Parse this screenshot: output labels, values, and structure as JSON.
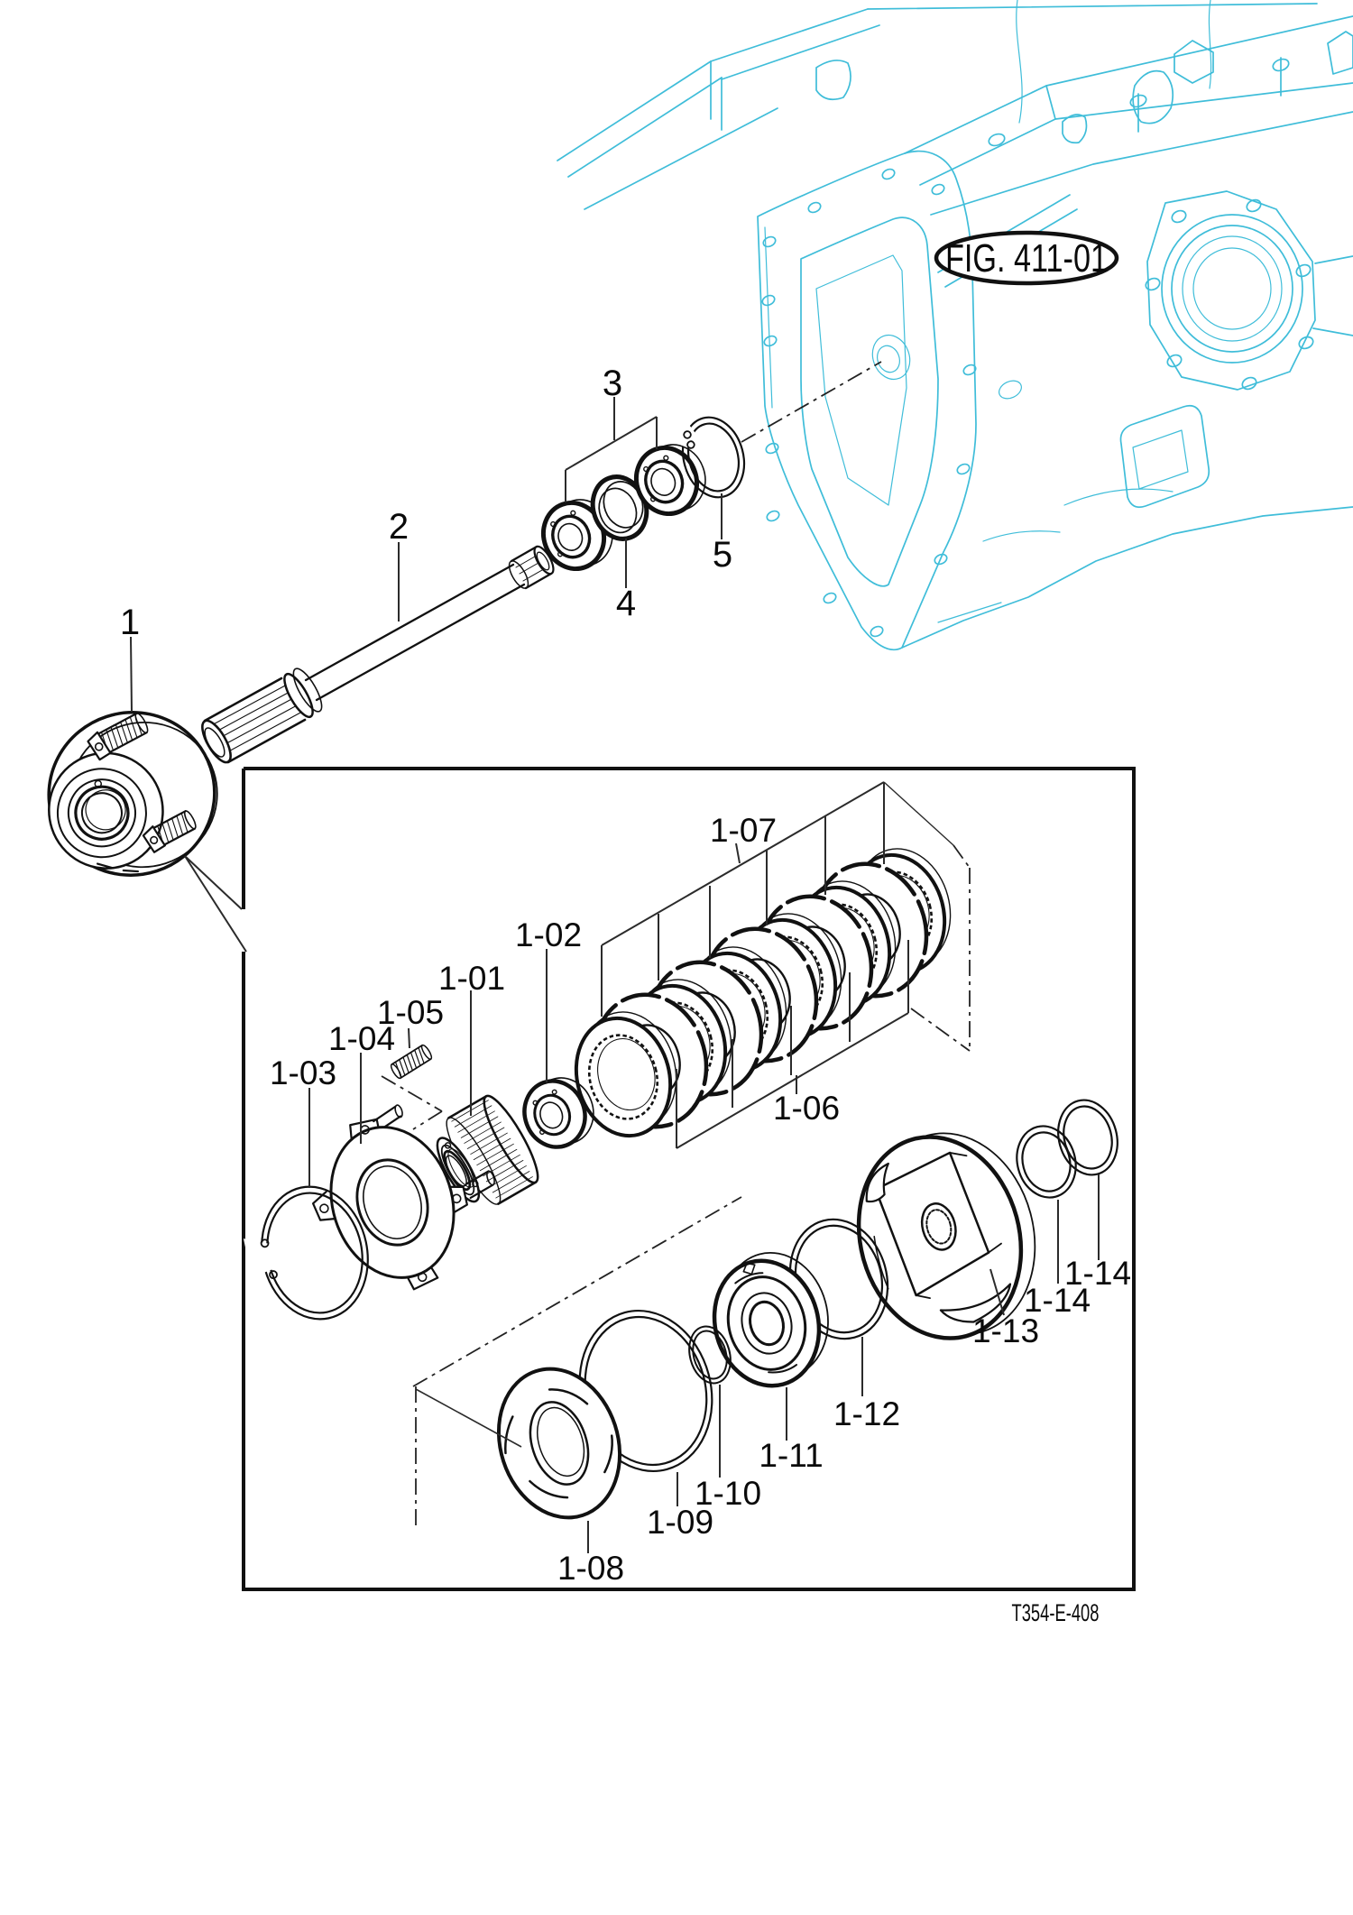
{
  "figure": {
    "reference": "FIG. 411-01",
    "code": "T354-E-408"
  },
  "callouts": {
    "main": [
      "1",
      "2",
      "3",
      "4",
      "5"
    ],
    "detail": [
      "1-01",
      "1-02",
      "1-03",
      "1-04",
      "1-05",
      "1-06",
      "1-07",
      "1-08",
      "1-09",
      "1-10",
      "1-11",
      "1-12",
      "1-13",
      "1-14"
    ]
  },
  "colors": {
    "housing_line": "#3fbdd9",
    "diagram_line": "#111111",
    "background": "#ffffff"
  }
}
